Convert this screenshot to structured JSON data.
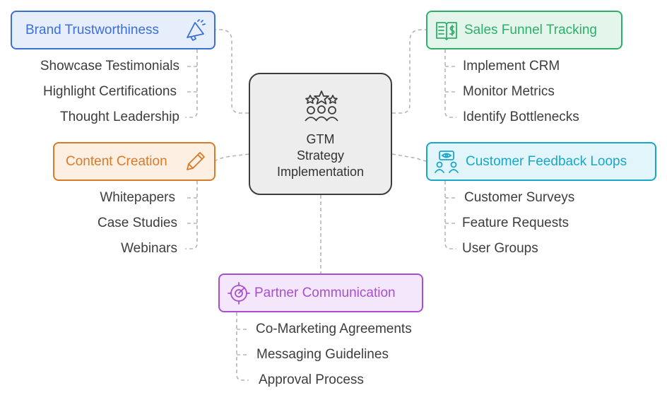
{
  "center": {
    "lines": [
      "GTM",
      "Strategy",
      "Implementation"
    ],
    "icon": "people-stars-icon"
  },
  "branches": {
    "brand": {
      "label": "Brand Trustworthiness",
      "icon": "megaphone-icon",
      "color": "#3b6fd6",
      "fill": "#e6eefb",
      "items": [
        "Showcase Testimonials",
        "Highlight Certifications",
        "Thought Leadership"
      ]
    },
    "content": {
      "label": "Content Creation",
      "icon": "pencil-icon",
      "color": "#d97a2b",
      "fill": "#fdf0e3",
      "items": [
        "Whitepapers",
        "Case Studies",
        "Webinars"
      ]
    },
    "sales": {
      "label": "Sales Funnel Tracking",
      "icon": "book-dollar-icon",
      "color": "#2fae6a",
      "fill": "#e4f6ec",
      "items": [
        "Implement CRM",
        "Monitor Metrics",
        "Identify Bottlenecks"
      ]
    },
    "feedback": {
      "label": "Customer Feedback Loops",
      "icon": "feedback-users-icon",
      "color": "#1aa6c8",
      "fill": "#e2f5fa",
      "items": [
        "Customer Surveys",
        "Feature Requests",
        "User Groups"
      ]
    },
    "partner": {
      "label": "Partner Communication",
      "icon": "target-icon",
      "color": "#a84fcf",
      "fill": "#f4e6fb",
      "items": [
        "Co-Marketing Agreements",
        "Messaging Guidelines",
        "Approval Process"
      ]
    }
  }
}
